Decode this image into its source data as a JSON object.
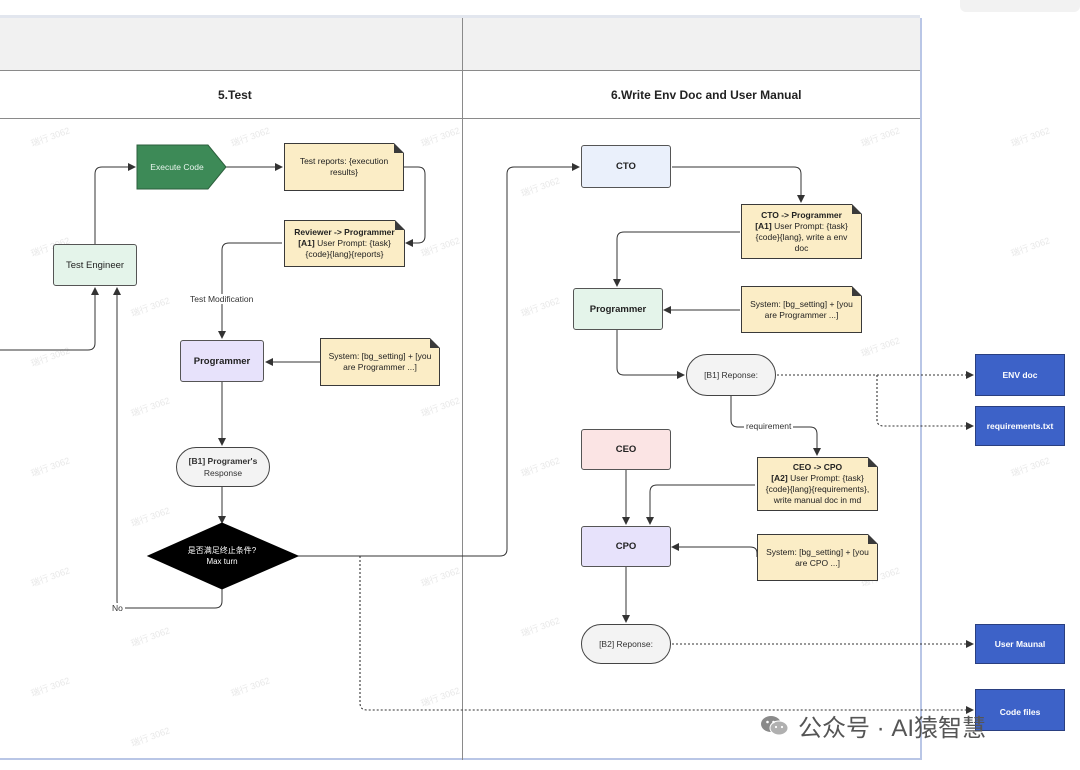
{
  "lanes": {
    "test_title": "5.Test",
    "doc_title": "6.Write Env Doc and User Manual"
  },
  "test_lane": {
    "execute_code": "Execute Code",
    "test_reports": "Test reports: {execution results}",
    "reviewer_title": "Reviewer -> Programmer",
    "reviewer_tag": "[A1]",
    "reviewer_text": "User Prompt: {task}{code}{lang}{reports}",
    "test_engineer": "Test Engineer",
    "test_modification": "Test Modification",
    "programmer": "Programmer",
    "system_note": "System: [bg_setting] + [you are Programmer ...]",
    "response_title": "[B1] Programer's",
    "response_sub": "Response",
    "decision_line1": "是否满足终止条件?",
    "decision_line2": "Max turn",
    "no_label": "No"
  },
  "doc_lane": {
    "cto": "CTO",
    "cto_note_title": "CTO -> Programmer",
    "cto_note_tag": "[A1]",
    "cto_note_text": "User Prompt: {task}{code}{lang}, write a env doc",
    "programmer": "Programmer",
    "prog_system": "System: [bg_setting] + [you are Programmer ...]",
    "b1_response": "[B1] Reponse:",
    "requirement_label": "requirement",
    "ceo": "CEO",
    "ceo_note_title": "CEO -> CPO",
    "ceo_note_tag": "[A2]",
    "ceo_note_text": "User Prompt: {task}{code}{lang}{requirements}, write manual doc in md",
    "cpo": "CPO",
    "cpo_system": "System: [bg_setting] + [you are CPO ...]",
    "b2_response": "[B2] Reponse:"
  },
  "outputs": {
    "env_doc": "ENV doc",
    "requirements": "requirements.txt",
    "user_manual": "User Maunal",
    "code_files": "Code files"
  },
  "brand": {
    "text": "公众号 · AI猿智慧",
    "icon": "wechat-icon"
  },
  "watermark": "瑞行 3062",
  "colors": {
    "execute_code_fill": "#3d8a57",
    "note_fill": "#fbedc6",
    "programmer_fill": "#e7e2fb",
    "cto_fill": "#eaf0fb",
    "doc_programmer_fill": "#e4f4ea",
    "ceo_fill": "#fbe4e4",
    "cpo_fill": "#e7e2fb",
    "test_engineer_fill": "#e4f4ea",
    "output_fill": "#3d62c8",
    "decision_fill": "#000000"
  }
}
